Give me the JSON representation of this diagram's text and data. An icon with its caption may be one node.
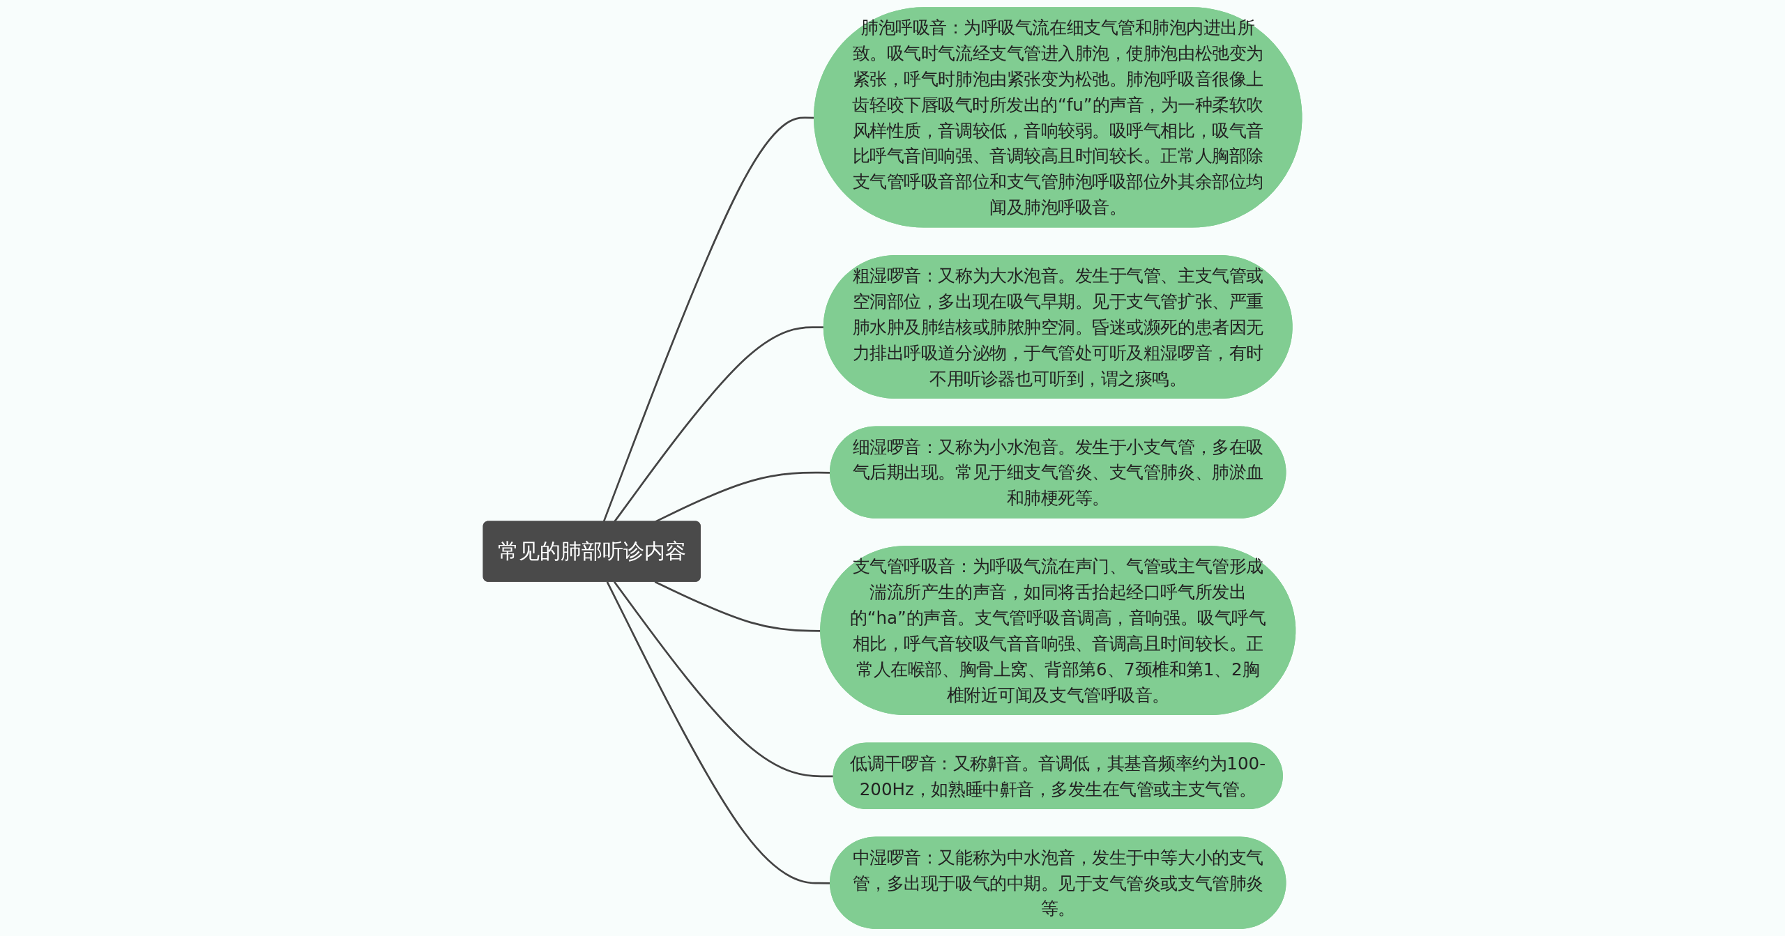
{
  "diagram": {
    "nodes": [
      {
        "text": [
          "常见的肺部听诊内容"
        ]
      },
      {
        "text": [
          "肺泡呼吸音：为呼吸气流在细支气管和肺泡内进出所致。吸气时气流经支气管进入肺泡，使肺泡由松弛变为紧张，呼气时肺泡由紧张变为松弛。肺泡呼吸音很像上齿轻咬下唇吸气时所发出的“fu”的声音，为一种柔软吹风样性质，音调较低，音响较弱。吸呼气相比，吸气音比呼气音间响强、音调较高且时间较长。正常人胸部除支气管呼吸音部位和支气管肺泡呼吸部位外其余部位均闻及肺泡呼吸音。"
        ]
      },
      {
        "text": [
          "粗湿啰音：又称为大水泡音。发生于气管、主支气管或空洞部位，多出现在吸气早期。见于支气管扩张、严重肺水肿及肺结核或肺脓肿空洞。昏迷或濒死的患者因无力排出呼吸道分泌物，于气管处可听及粗湿啰音，有时不用听诊器也可听到，谓之痰鸣。"
        ]
      },
      {
        "text": [
          "细湿啰音：又称为小水泡音。发生于小支气管，多在吸气后期出现。常见于细支气管炎、支气管肺炎、肺淤血和肺梗死等。"
        ]
      },
      {
        "text": [
          "支气管呼吸音：为呼吸气流在声门、气管或主气管形成湍流所产生的声音，如同将舌抬起经口呼气所发出的“ha”的声音。支气管呼吸音调高，音响强。吸气呼气相比，呼气音较吸气音音响强、音调高且时间较长。正常人在喉部、胸骨上窝、背部第6、7颈椎和第1、2胸椎附近可闻及支气管呼吸音。"
        ]
      },
      {
        "text": [
          "低调干啰音：又称鼾音。音调低，其基音频率约为100-200Hz，如熟睡中鼾音，多发生在气管或主支气管。"
        ]
      },
      {
        "text": [
          "中湿啰音：又能称为中水泡音，发生于中等大小的支气管，多出现于吸气的中期。见于支气管炎或支气管肺炎等。"
        ]
      }
    ],
    "edges": [
      {
        "from": 0,
        "to": 1,
        "arrow": "none"
      },
      {
        "from": 0,
        "to": 2,
        "arrow": "none"
      },
      {
        "from": 0,
        "to": 3,
        "arrow": "none"
      },
      {
        "from": 0,
        "to": 4,
        "arrow": "none"
      },
      {
        "from": 0,
        "to": 5,
        "arrow": "none"
      },
      {
        "from": 0,
        "to": 6,
        "arrow": "none"
      }
    ]
  }
}
